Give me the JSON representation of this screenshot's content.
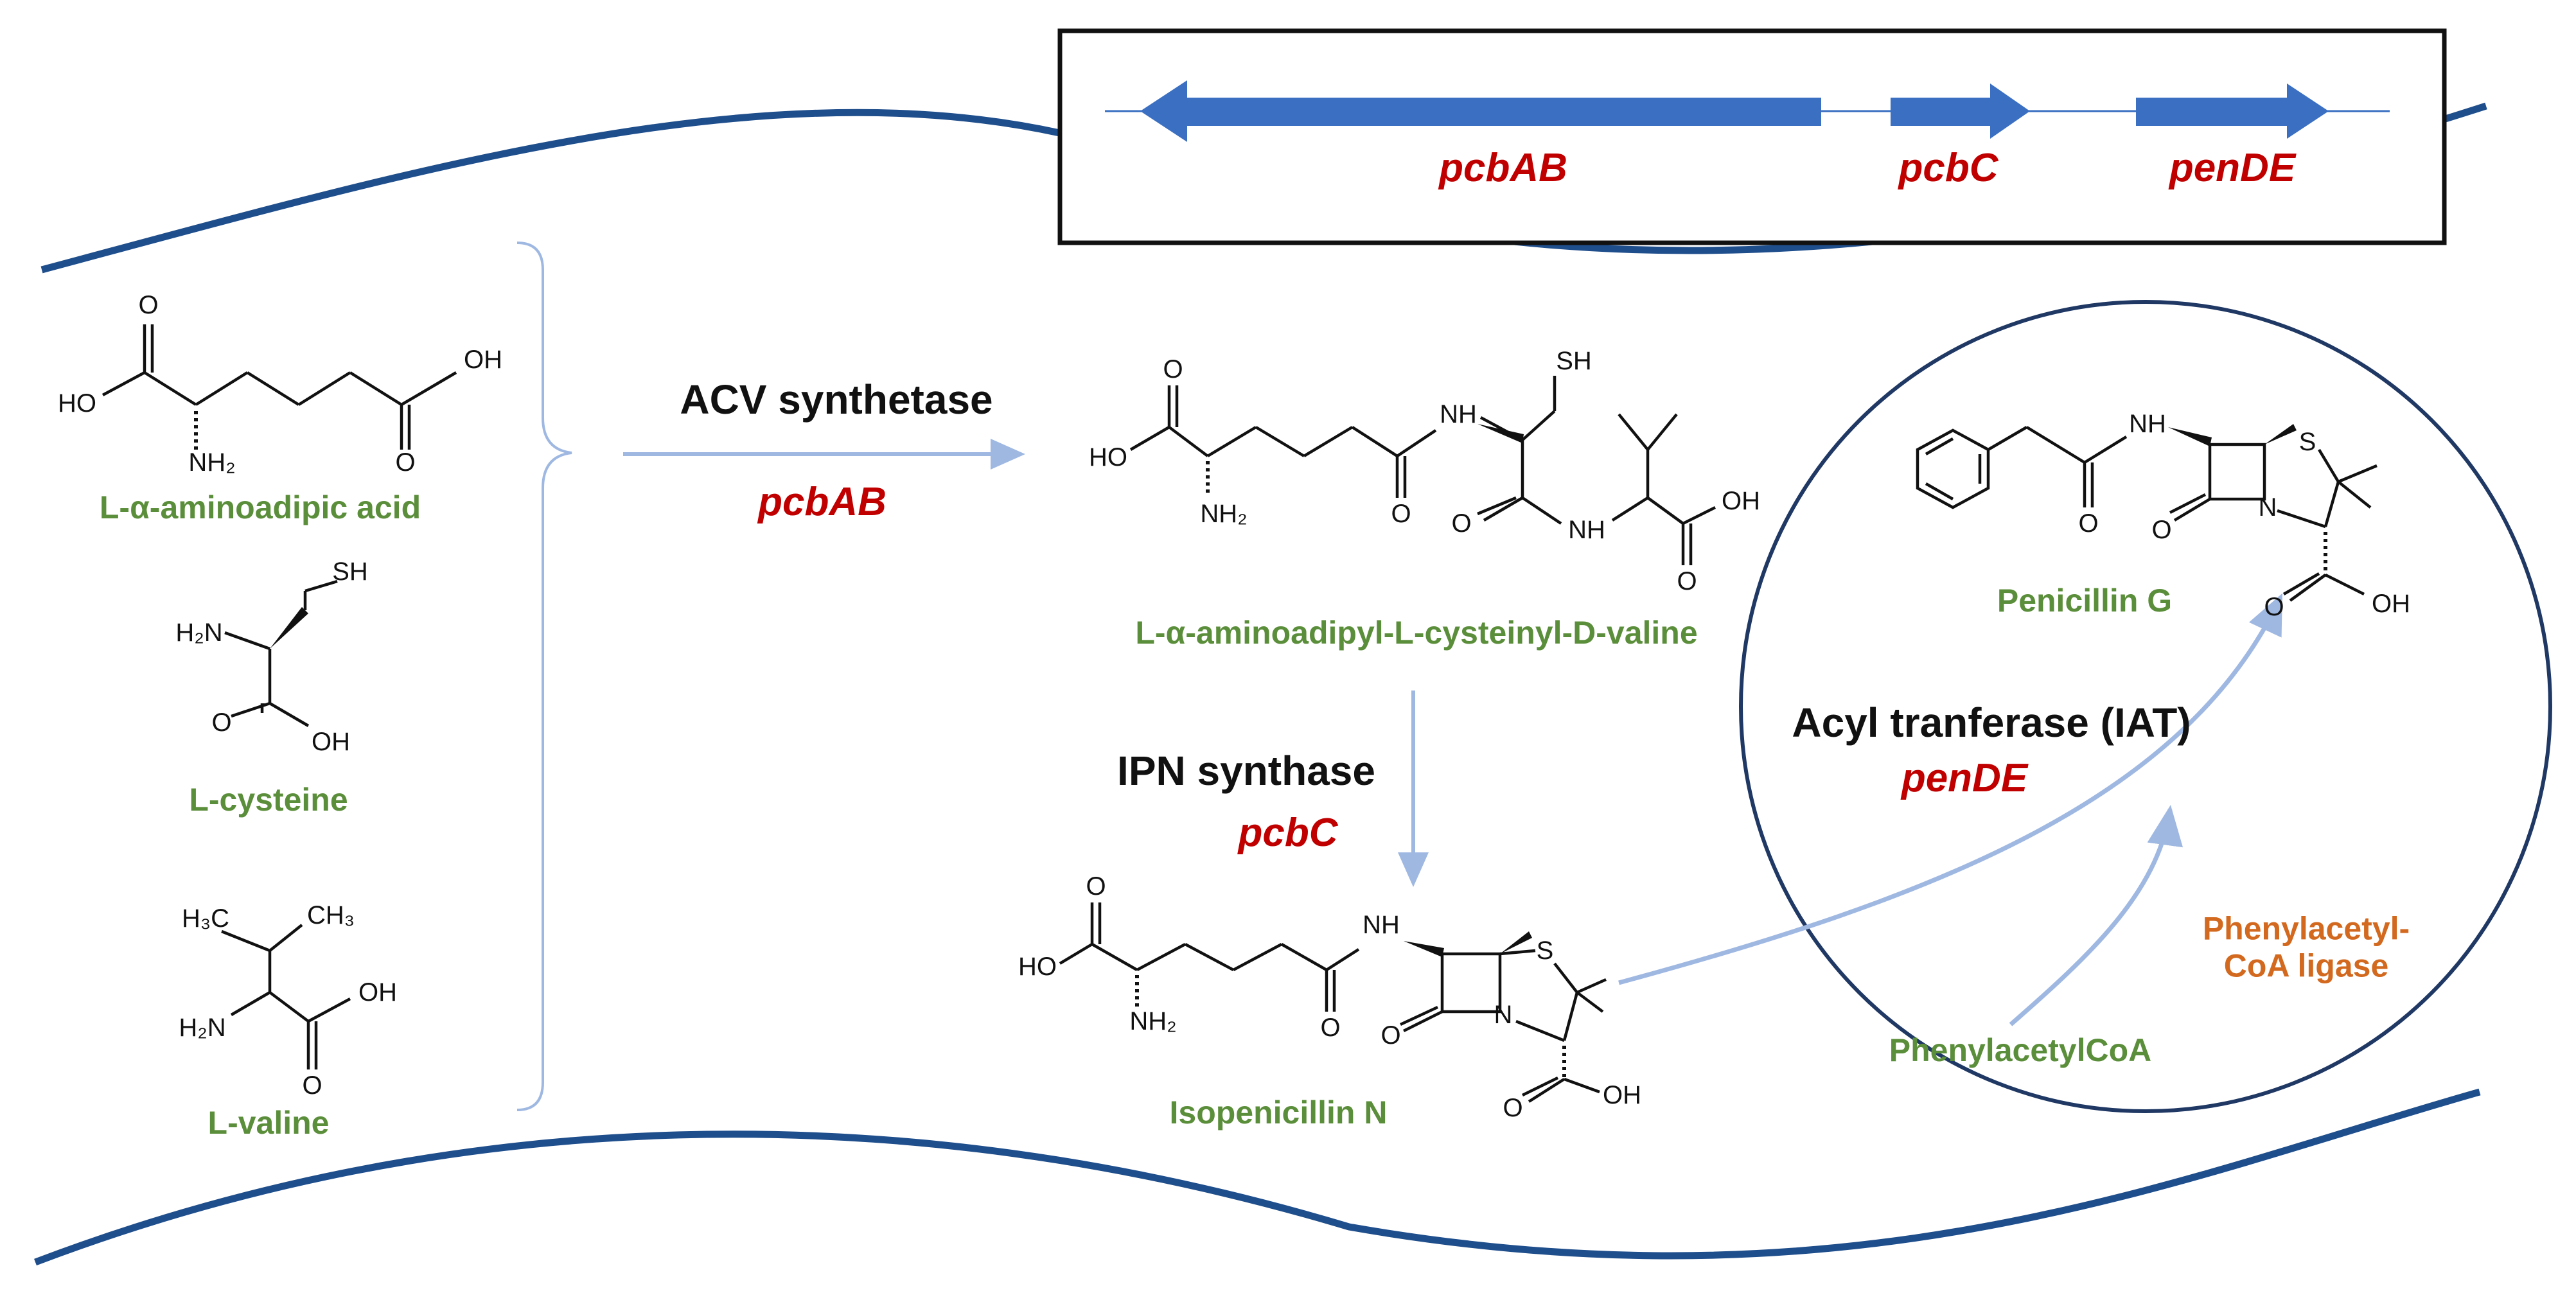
{
  "colors": {
    "membrane": "#1f4e8c",
    "gene_arrow": "#3a6fc2",
    "pathway_arrow": "#9fb8e2",
    "precursor_text": "#5b8e3a",
    "gene_text": "#c00000",
    "ligase_text": "#d2691e",
    "enzyme_text": "#111111"
  },
  "gene_cluster": {
    "genes": [
      {
        "name": "pcbAB",
        "direction": "left"
      },
      {
        "name": "pcbC",
        "direction": "right"
      },
      {
        "name": "penDE",
        "direction": "right"
      }
    ]
  },
  "precursors": [
    {
      "name": "L-α-aminoadipic acid"
    },
    {
      "name": "L-cysteine"
    },
    {
      "name": "L-valine"
    }
  ],
  "steps": {
    "acv": {
      "enzyme": "ACV synthetase",
      "gene": "pcbAB"
    },
    "ipn": {
      "enzyme": "IPN synthase",
      "gene": "pcbC"
    },
    "iat": {
      "enzyme": "Acyl tranferase (IAT)",
      "gene": "penDE"
    }
  },
  "products": {
    "acv_tripeptide": "L-α-aminoadipyl-L-cysteinyl-D-valine",
    "isopenicillin": "Isopenicillin N",
    "penicillin": "Penicillin G",
    "cosubstrate": "PhenylacetylCoA",
    "ligase": "Phenylacetyl-CoA ligase"
  },
  "atom_labels": {
    "O": "O",
    "OH": "OH",
    "HO": "HO",
    "NH": "NH",
    "NH2": "NH2",
    "N": "N",
    "S": "S",
    "SH": "SH",
    "H2N": "H2N",
    "H3C": "H3C",
    "CH3": "CH3"
  }
}
